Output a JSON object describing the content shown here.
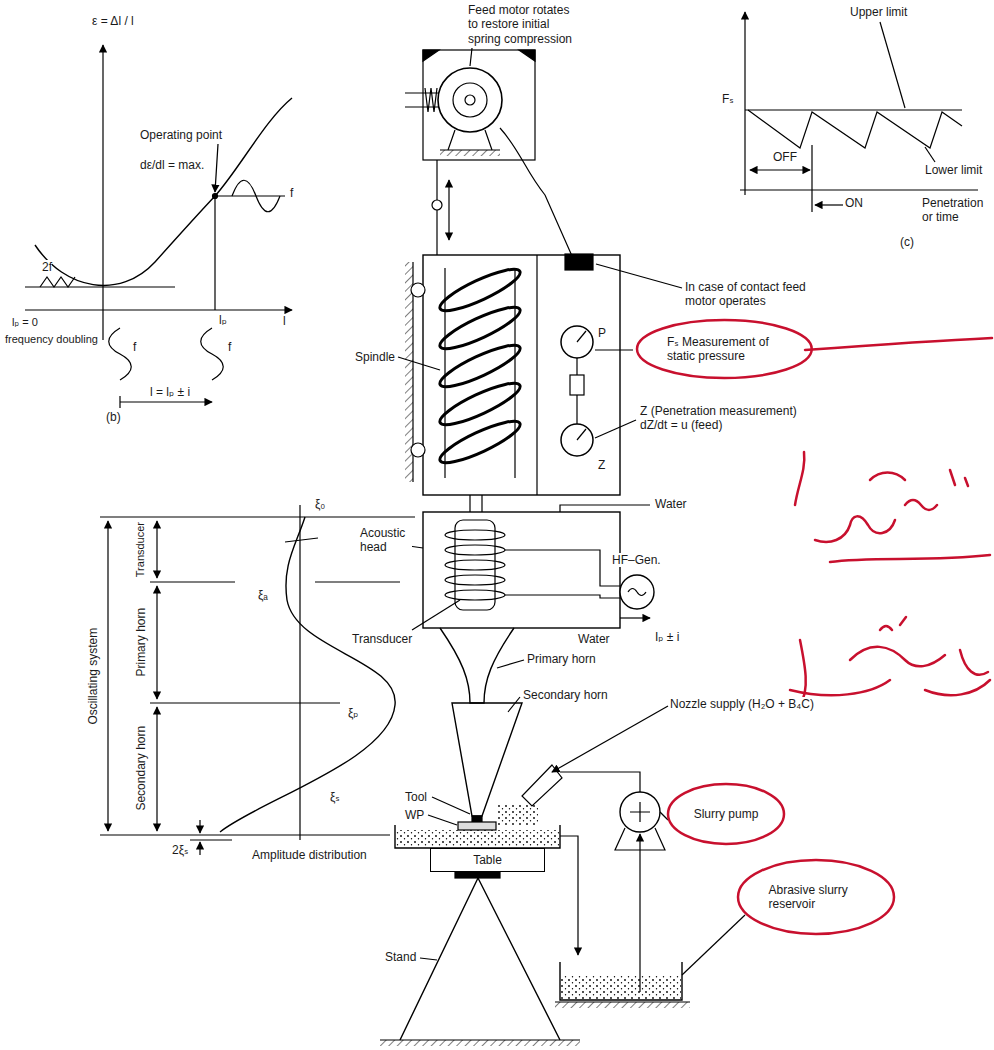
{
  "diagram": {
    "nodes": [
      {
        "text": [
          "Fₛ Measurement of static pressure"
        ]
      },
      {
        "text": [
          "Slurry pump"
        ]
      },
      {
        "text": [
          "Abrasive slurry reservoir"
        ]
      },
      {
        "text": [
          "Table"
        ]
      }
    ],
    "labels": [
      "ε = Δl / l",
      "Operating point",
      "dε/dl = max.",
      "2f",
      "f",
      "lₚ = 0",
      "frequency doubling",
      "f",
      "f",
      "lₚ",
      "l",
      "l = lₚ ± i",
      "(b)",
      "Feed motor rotates to restore initial spring compression",
      "Upper limit",
      "Fₛ",
      "Lower limit",
      "OFF",
      "ON",
      "Penetration or time",
      "(c)",
      "In case of contact feed motor operates",
      "Spindle",
      "P",
      "Z (Penetration measurement) dZ/dt = u (feed)",
      "Z",
      "Water",
      "Acoustic head",
      "HF–Gen.",
      "Transducer",
      "Water",
      "Iₚ ± i",
      "Primary horn",
      "Secondary horn",
      "Nozzle supply (H₂O + B₄C)",
      "Tool",
      "WP",
      "Stand",
      "Oscillating system",
      "Transducer",
      "Primary horn",
      "Secondary horn",
      "ξ₀",
      "ξₐ",
      "ξₚ",
      "ξₛ",
      "2ξₛ",
      "Amplitude distribution"
    ]
  }
}
